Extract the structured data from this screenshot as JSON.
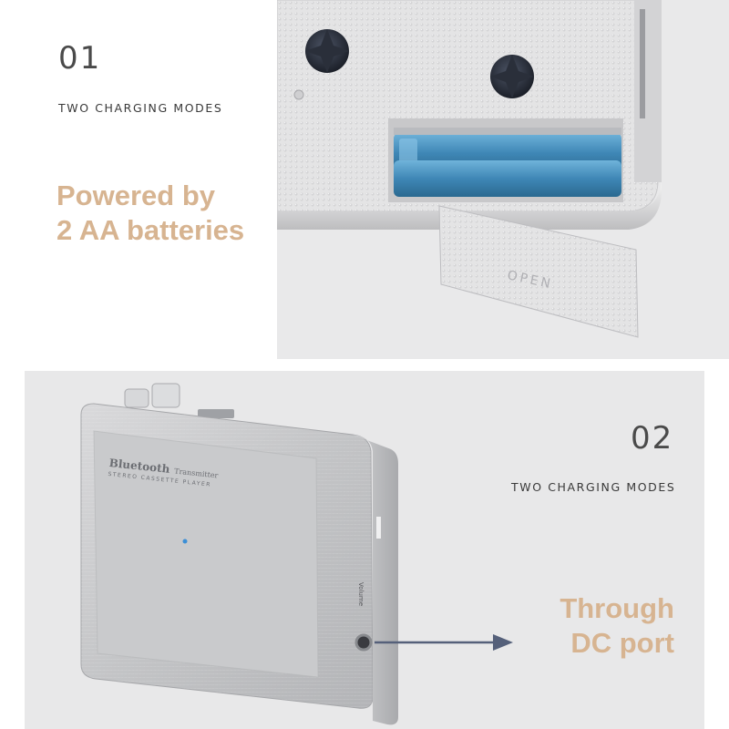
{
  "section1": {
    "number": "01",
    "caption": "TWO CHARGING MODES",
    "headline_line1": "Powered by",
    "headline_line2": "2 AA batteries",
    "photo_subject": "battery-compartment-photo",
    "cover_text": "OPEN"
  },
  "section2": {
    "number": "02",
    "caption": "TWO CHARGING MODES",
    "headline_line1": "Through",
    "headline_line2": "DC port",
    "device_brand": "Bluetooth",
    "device_brand_suffix": "Transmitter",
    "device_subtitle": "STEREO CASSETTE PLAYER",
    "side_label": "Volume"
  },
  "colors": {
    "accent": "#d7b491",
    "number": "#4a4a4a",
    "caption": "#3a3a3a",
    "arrow": "#55607a",
    "battery": "#3f87b6"
  }
}
